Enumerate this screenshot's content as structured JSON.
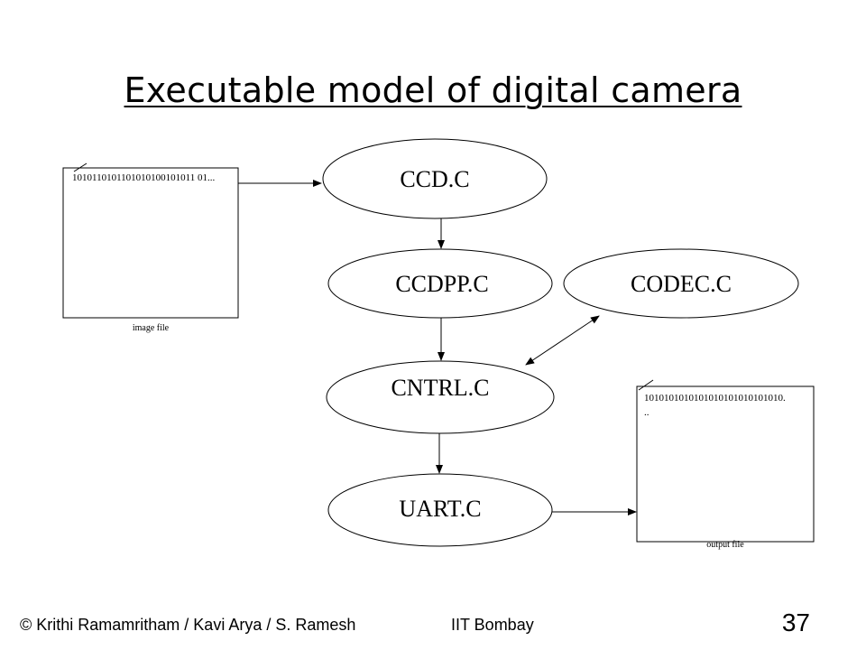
{
  "slide": {
    "title": "Executable model of digital camera",
    "footer_left": "©  Krithi Ramamritham / Kavi Arya / S. Ramesh",
    "footer_mid": "IIT Bombay",
    "page_number": "37"
  },
  "diagram": {
    "nodes": {
      "ccd": "CCD.C",
      "ccdpp": "CCDPP.C",
      "codec": "CODEC.C",
      "cntrl": "CNTRL.C",
      "uart": "UART.C"
    },
    "image_file": {
      "bits": "1010110101101010100101011 01...",
      "caption": "image file"
    },
    "output_file": {
      "bits_line1": "1010101010101010101010101010.",
      "bits_line2": "..",
      "caption": "output file"
    }
  }
}
